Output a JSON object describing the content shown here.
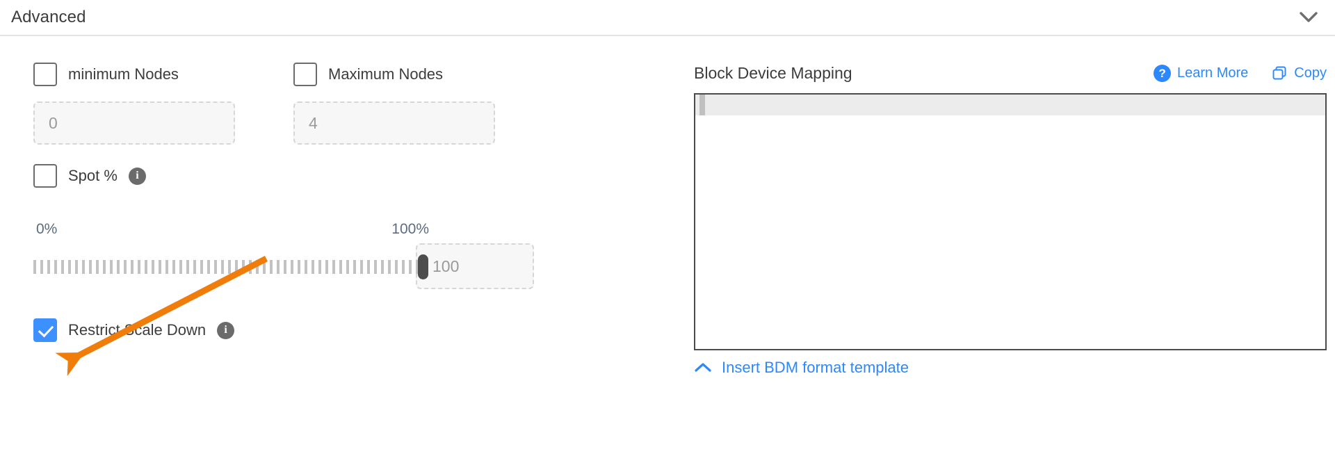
{
  "section": {
    "title": "Advanced",
    "collapse_icon": "chevron-down-icon"
  },
  "left_panel": {
    "min_nodes": {
      "label": "minimum Nodes",
      "checked": false,
      "input_placeholder": "0",
      "input_value": ""
    },
    "max_nodes": {
      "label": "Maximum Nodes",
      "checked": false,
      "input_placeholder": "4",
      "input_value": ""
    },
    "spot": {
      "label": "Spot %",
      "checked": false,
      "info_icon": "info-icon",
      "info_glyph": "i"
    },
    "slider": {
      "min_label": "0%",
      "max_label": "100%",
      "value": 100,
      "input_placeholder": "100",
      "input_value": ""
    },
    "restrict_scale_down": {
      "label": "Restrict Scale Down",
      "checked": true,
      "info_icon": "info-icon",
      "info_glyph": "i"
    }
  },
  "right_panel": {
    "title": "Block Device Mapping",
    "learn_more": {
      "label": "Learn More",
      "icon": "help-circle-icon",
      "icon_glyph": "?"
    },
    "copy": {
      "label": "Copy",
      "icon": "copy-icon"
    },
    "editor": {
      "content": "",
      "placeholder": ""
    },
    "insert_template": {
      "label": "Insert BDM format template",
      "icon": "chevron-up-icon"
    }
  },
  "annotation": {
    "type": "arrow",
    "color": "#F07C0A",
    "points_to": "restrict-scale-down-checkbox"
  },
  "colors": {
    "accent_blue": "#2B88FF",
    "checkbox_blue": "#3D90FF",
    "annotation_orange": "#F07C0A",
    "text_dark": "#3C3C3C",
    "text_muted": "#9A9A9A",
    "scale_label": "#5C6B80"
  }
}
